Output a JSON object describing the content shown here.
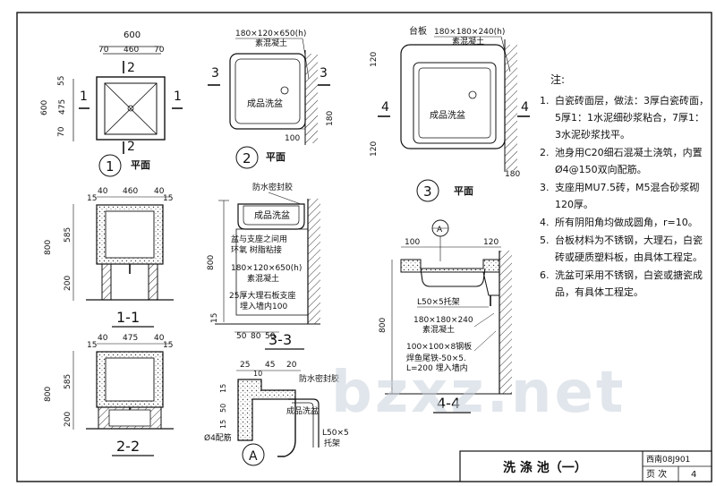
{
  "sheet": {
    "title": "洗 涤 池（一）",
    "atlas_no": "西南08J901",
    "page_label": "页 次",
    "page_no": "4",
    "watermark": "bzxz.net"
  },
  "views": {
    "v1": {
      "num": "1",
      "label": "平面",
      "dims": [
        "600",
        "70",
        "460",
        "70",
        "55",
        "475",
        "70",
        "600"
      ],
      "cuts": [
        "1",
        "1",
        "2",
        "2"
      ]
    },
    "v2": {
      "num": "2",
      "label": "平面",
      "callout_line1": "180×120×650(h)",
      "callout_line2": "素混凝土",
      "basin_text": "成品洗盆",
      "dims": [
        "100",
        "180"
      ],
      "cuts": [
        "3",
        "3"
      ]
    },
    "v3": {
      "num": "3",
      "label": "平面",
      "board_label": "台板",
      "callout_line1": "180×180×240(h)",
      "callout_line2": "素混凝土",
      "basin_text": "成品洗盆",
      "dims": [
        "120",
        "120",
        "180"
      ],
      "cuts": [
        "4",
        "4"
      ]
    },
    "s11": {
      "title": "1-1",
      "dims": [
        "15",
        "40",
        "460",
        "40",
        "15",
        "800",
        "585",
        "200"
      ]
    },
    "s22": {
      "title": "2-2",
      "dims": [
        "15",
        "40",
        "475",
        "40",
        "15",
        "800",
        "585",
        "200"
      ]
    },
    "s33": {
      "title": "3-3",
      "seal": "防水密封胶",
      "basin": "成品洗盆",
      "glue1": "盆与支座之间用",
      "glue2": "环氧 树脂粘接",
      "conc1": "180×120×650(h)",
      "conc2": "素混凝土",
      "board1": "25厚大理石板支座",
      "board2": "埋入墙内100",
      "dims": [
        "800",
        "15",
        "50",
        "80",
        "50"
      ]
    },
    "s44": {
      "title": "4-4",
      "callout": "A",
      "angle": "L50×5托架",
      "conc1": "180×180×240",
      "conc2": "素混凝土",
      "plate": "100×100×8钢板",
      "fish1": "焊鱼尾铁-50×5.",
      "fish2": "L=200 埋入墙内",
      "dims": [
        "100",
        "120",
        "800"
      ]
    },
    "detA": {
      "num": "A",
      "seal": "防水密封胶",
      "basin": "成品洗盆",
      "rebar": "Ø4配筋",
      "angle1": "L50×5",
      "angle2": "托架",
      "dims": [
        "25",
        "45",
        "20",
        "10",
        "15",
        "50",
        "15"
      ]
    }
  },
  "notes": {
    "heading": "注:",
    "items": [
      {
        "n": "1.",
        "t": "白瓷砖面层，做法：3厚白瓷砖面，5厚1：1水泥细砂浆粘合，7厚1：3水泥砂浆找平。"
      },
      {
        "n": "2.",
        "t": "池身用C20细石混凝土浇筑，内置Ø4@150双向配筋。"
      },
      {
        "n": "3.",
        "t": "支座用MU7.5砖，M5混合砂浆砌120厚。"
      },
      {
        "n": "4.",
        "t": "所有阴阳角均做成圆角，r=10。"
      },
      {
        "n": "5.",
        "t": "台板材料为不锈钢，大理石，白瓷砖或硬质塑料板，由具体工程定。"
      },
      {
        "n": "6.",
        "t": "洗盆可采用不锈钢，白瓷或搪瓷成品，有具体工程定。"
      }
    ]
  },
  "colors": {
    "ink": "#111111",
    "hatch": "#333333",
    "watermark": "#c9d3dd"
  }
}
